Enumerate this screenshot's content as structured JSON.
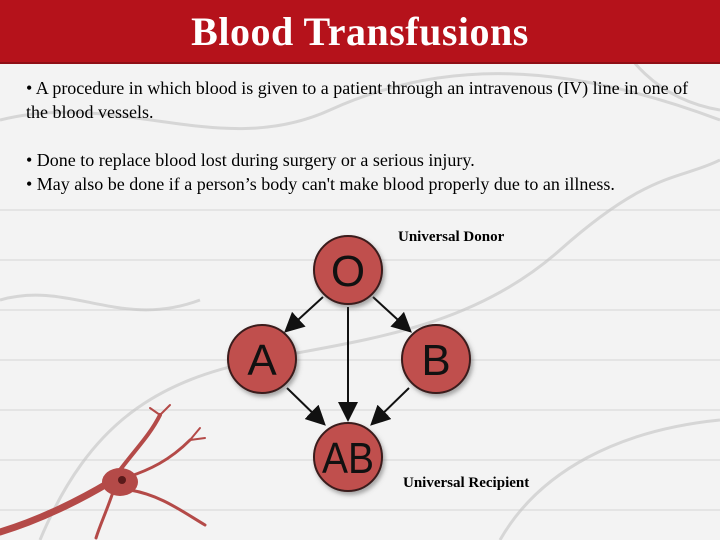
{
  "slide": {
    "title": "Blood Transfusions",
    "bullets": [
      "• A procedure in which blood is given to a patient through an intravenous (IV) line in one of the blood vessels.",
      "• Done to replace blood lost during surgery or a serious injury.",
      "• May also  be done if a person’s body can't make blood properly due to an illness."
    ]
  },
  "diagram": {
    "nodes": {
      "o": "O",
      "a": "A",
      "b": "B",
      "ab": "AB"
    },
    "donor_label": "Universal Donor",
    "recipient_label": "Universal Recipient"
  },
  "colors": {
    "title_bar": "#b5121b",
    "node_fill": "#c0504d",
    "node_border": "#3a1a1a"
  }
}
